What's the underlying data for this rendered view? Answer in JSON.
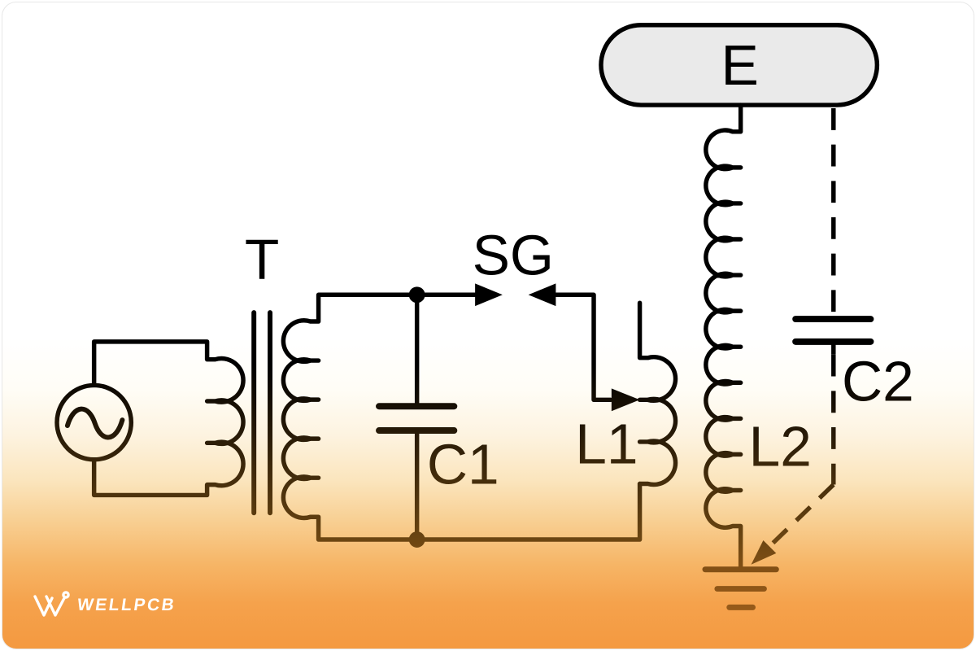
{
  "diagram": {
    "type": "tesla-coil-circuit-schematic",
    "labels": {
      "transformer": "T",
      "spark_gap": "SG",
      "primary_capacitor": "C1",
      "primary_coil": "L1",
      "secondary_coil": "L2",
      "topload_capacitance": "C2",
      "topload_electrode": "E"
    },
    "colors": {
      "ink_top": "#000000",
      "ink_bottom": "#a5621c",
      "background_top": "#ffffff",
      "background_bottom": "#f49940",
      "electrode_fill": "#eaeaea",
      "card_border": "#e7e7e7",
      "logo_color": "#ffffff"
    }
  },
  "branding": {
    "logo_text": "WELLPCB"
  }
}
